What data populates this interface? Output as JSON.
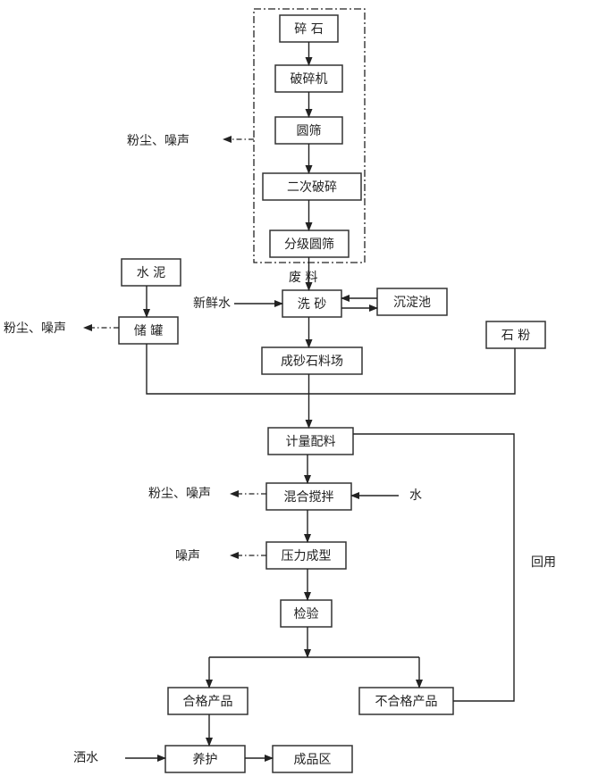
{
  "diagram": {
    "title": "",
    "nodes": {
      "crushed_stone": "碎 石",
      "crusher": "破碎机",
      "round_screen": "圆筛",
      "secondary_crush": "二次破碎",
      "graded_screen": "分级圆筛",
      "cement": "水 泥",
      "storage_tank": "储 罐",
      "sand_wash": "洗 砂",
      "settling_tank": "沉淀池",
      "sand_yard": "成砂石料场",
      "stone_powder": "石 粉",
      "batching": "计量配料",
      "mixing": "混合搅拌",
      "pressing": "压力成型",
      "inspection": "检验",
      "qualified": "合格产品",
      "unqualified": "不合格产品",
      "curing": "养护",
      "finished_area": "成品区"
    },
    "labels": {
      "dust_noise_crushing": "粉尘、噪声",
      "dust_noise_tank": "粉尘、噪声",
      "dust_noise_mixing": "粉尘、噪声",
      "noise_pressing": "噪声",
      "waste": "废 料",
      "fresh_water": "新鲜水",
      "water": "水",
      "recycle": "回用",
      "sprinkle_water": "洒水"
    },
    "edges": [
      [
        "碎 石",
        "破碎机"
      ],
      [
        "破碎机",
        "圆筛"
      ],
      [
        "圆筛",
        "二次破碎"
      ],
      [
        "二次破碎",
        "分级圆筛"
      ],
      [
        "分级圆筛",
        "洗 砂"
      ],
      [
        "新鲜水",
        "洗 砂"
      ],
      [
        "沉淀池",
        "洗 砂"
      ],
      [
        "洗 砂",
        "沉淀池"
      ],
      [
        "洗 砂",
        "成砂石料场"
      ],
      [
        "水 泥",
        "储 罐"
      ],
      [
        "储 罐",
        "计量配料"
      ],
      [
        "成砂石料场",
        "计量配料"
      ],
      [
        "石 粉",
        "计量配料"
      ],
      [
        "计量配料",
        "混合搅拌"
      ],
      [
        "水",
        "混合搅拌"
      ],
      [
        "混合搅拌",
        "压力成型"
      ],
      [
        "压力成型",
        "检验"
      ],
      [
        "检验",
        "合格产品"
      ],
      [
        "检验",
        "不合格产品"
      ],
      [
        "不合格产品",
        "计量配料"
      ],
      [
        "合格产品",
        "养护"
      ],
      [
        "洒水",
        "养护"
      ],
      [
        "养护",
        "成品区"
      ]
    ]
  }
}
